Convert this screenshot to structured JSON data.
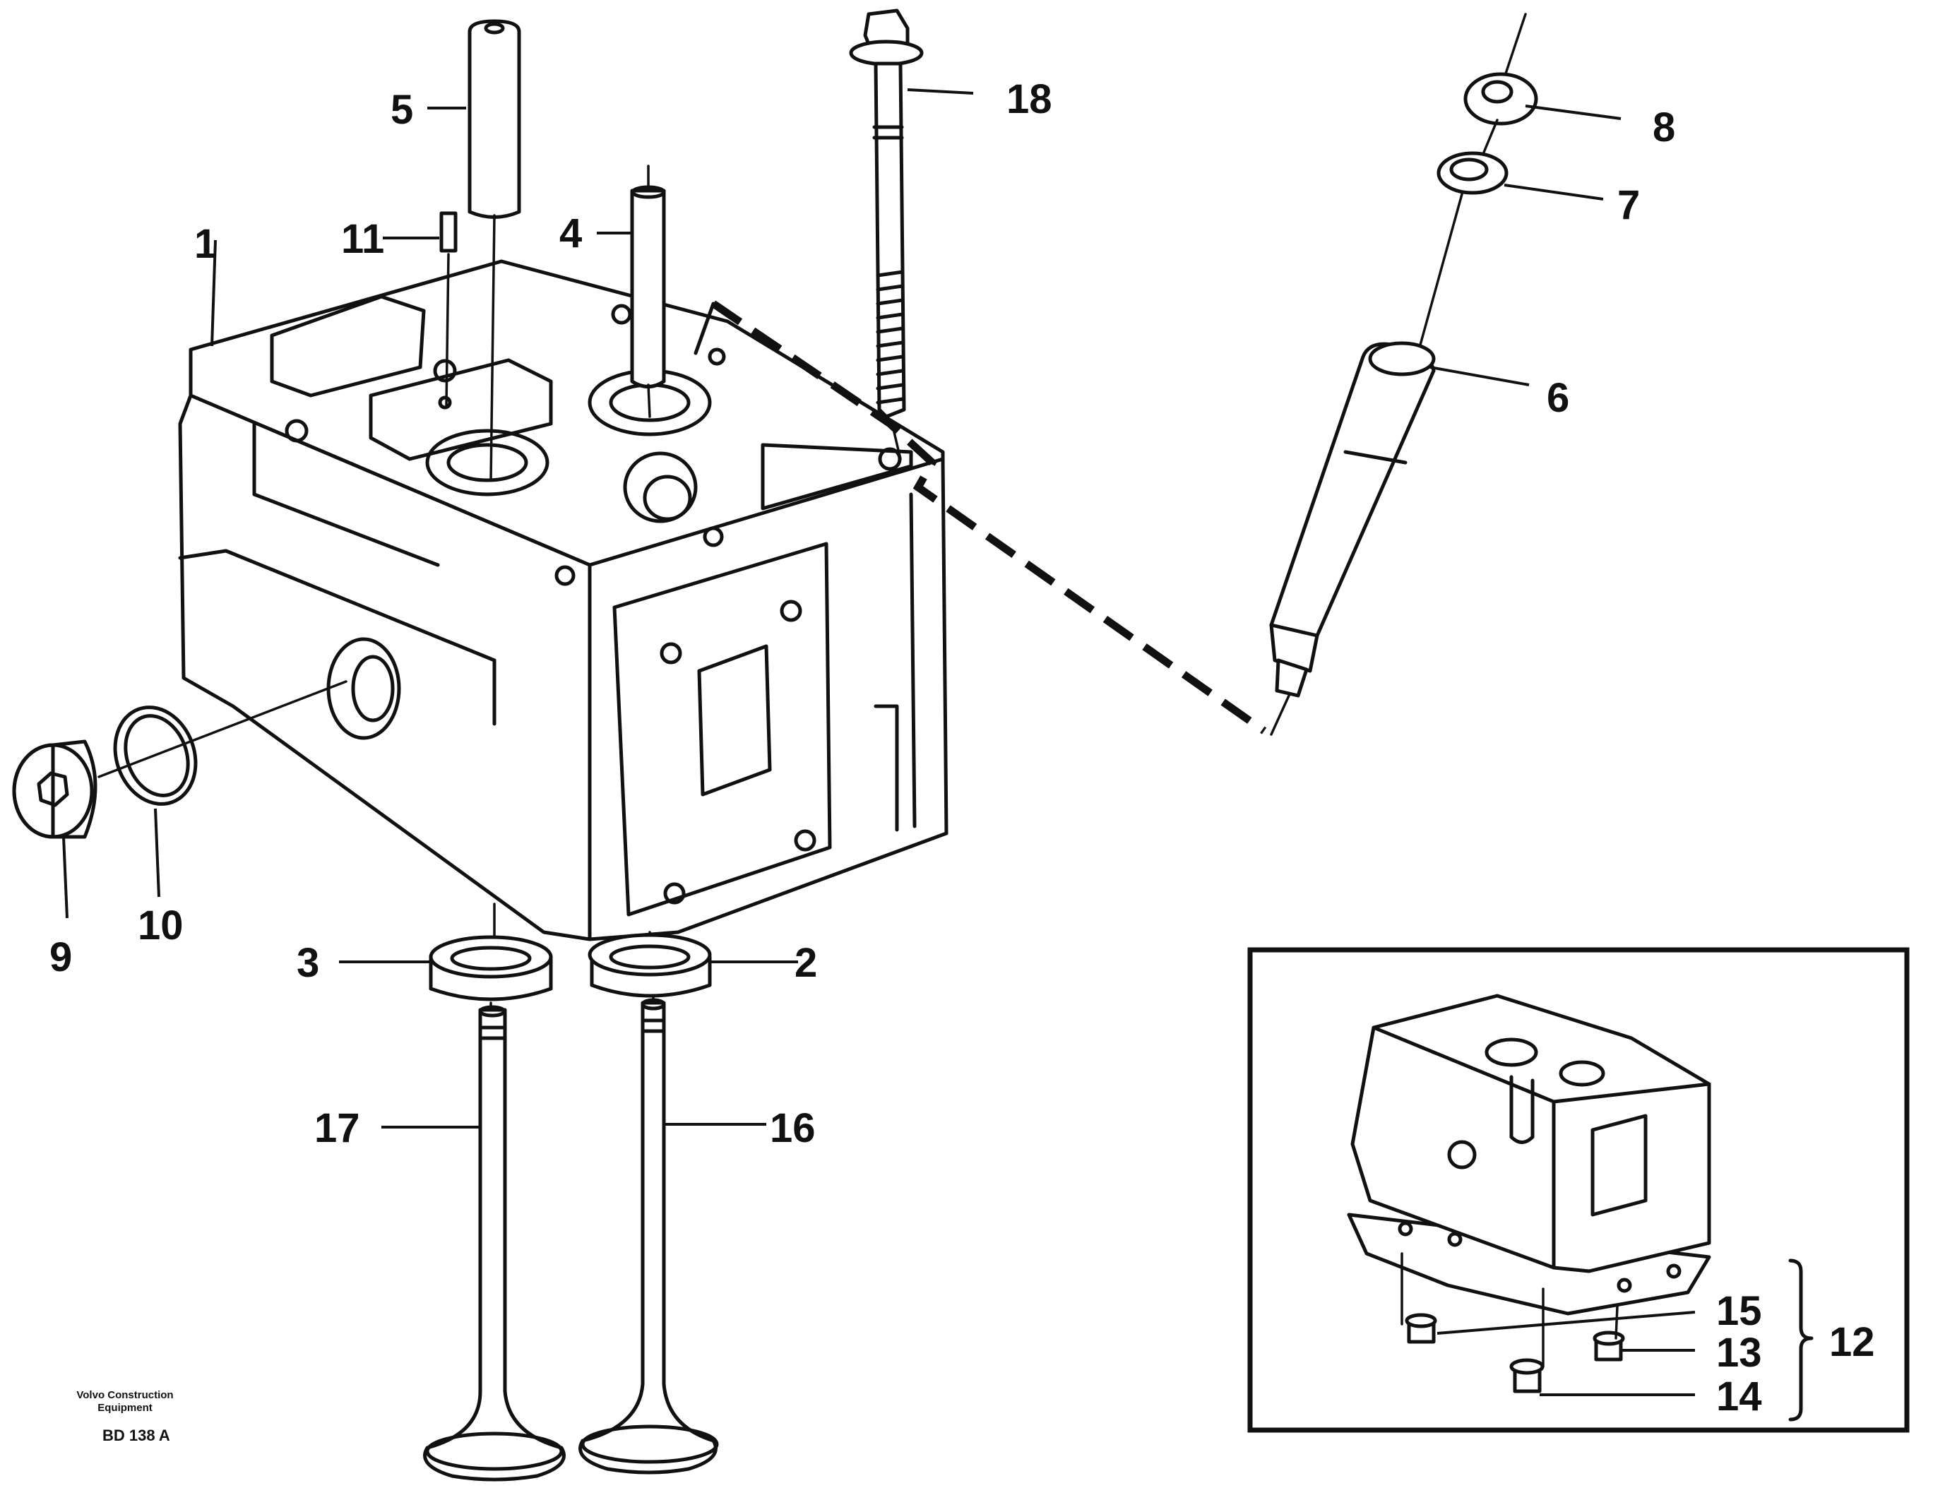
{
  "labels": {
    "p1": "1",
    "p2": "2",
    "p3": "3",
    "p4": "4",
    "p5": "5",
    "p6": "6",
    "p7": "7",
    "p8": "8",
    "p9": "9",
    "p10": "10",
    "p11": "11",
    "p12": "12",
    "p13": "13",
    "p14": "14",
    "p15": "15",
    "p16": "16",
    "p17": "17",
    "p18": "18"
  },
  "footer": {
    "line1": "Volvo Construction",
    "line2": "Equipment",
    "code": "BD 138 A"
  }
}
